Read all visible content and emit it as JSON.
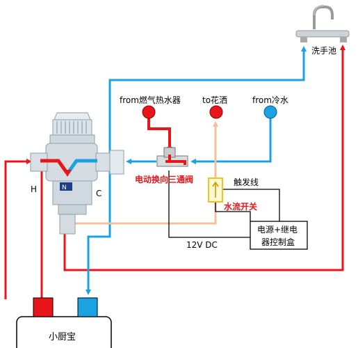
{
  "labels": {
    "sink": "洗手池",
    "from_gas_heater": "from燃气热水器",
    "to_shower": "to花洒",
    "from_cold": "from冷水",
    "valve": "电动换向三通阀",
    "trigger_line": "触发线",
    "flow_switch": "水流开关",
    "control_box_line1": "电源+继电",
    "control_box_line2": "器控制盒",
    "dc": "12V DC",
    "hot": "H",
    "cold": "C",
    "boiler": "小厨宝"
  },
  "colors": {
    "hot": "#e8151b",
    "cold": "#1aa3e0",
    "mixed": "#f2c09a",
    "flow_switch_border": "#f0c419",
    "valve_label": "#e8151b",
    "line": "#000000"
  }
}
